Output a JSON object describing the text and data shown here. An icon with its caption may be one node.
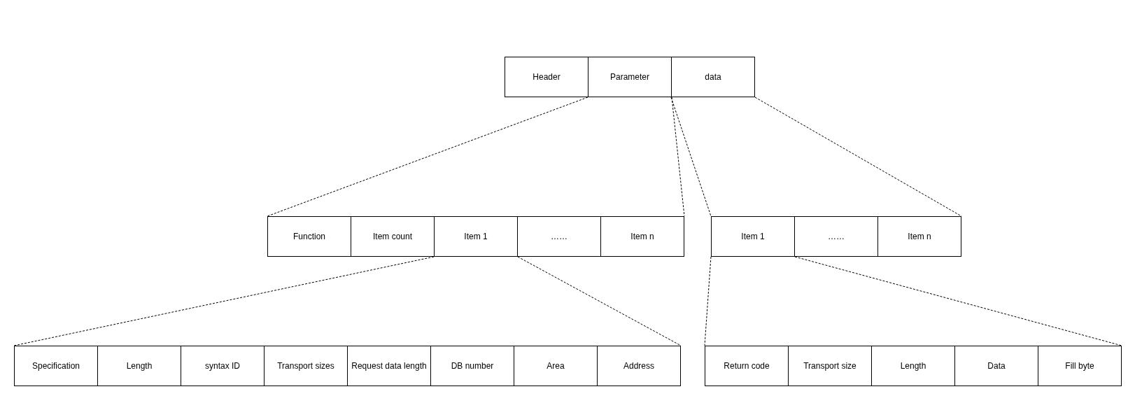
{
  "diagram": {
    "nodes": [
      {
        "text": [
          "Header"
        ]
      },
      {
        "text": [
          "Parameter"
        ]
      },
      {
        "text": [
          "data"
        ]
      },
      {
        "text": [
          "Function"
        ]
      },
      {
        "text": [
          "Item count"
        ]
      },
      {
        "text": [
          "Item 1"
        ]
      },
      {
        "text": [
          "……"
        ]
      },
      {
        "text": [
          "Item n"
        ]
      },
      {
        "text": [
          "Item 1"
        ]
      },
      {
        "text": [
          "……"
        ]
      },
      {
        "text": [
          "Item n"
        ]
      },
      {
        "text": [
          "Specification"
        ]
      },
      {
        "text": [
          "Length"
        ]
      },
      {
        "text": [
          "syntax ID"
        ]
      },
      {
        "text": [
          "Transport sizes"
        ]
      },
      {
        "text": [
          "Request data length"
        ]
      },
      {
        "text": [
          "DB number"
        ]
      },
      {
        "text": [
          "Area"
        ]
      },
      {
        "text": [
          "Address"
        ]
      },
      {
        "text": [
          "Return code"
        ]
      },
      {
        "text": [
          "Transport size"
        ]
      },
      {
        "text": [
          "Length"
        ]
      },
      {
        "text": [
          "Data"
        ]
      },
      {
        "text": [
          "Fill byte"
        ]
      }
    ],
    "edges": [
      {
        "from": 1,
        "to": 3,
        "arrow": "none",
        "style": "dashed"
      },
      {
        "from": 1,
        "to": 7,
        "arrow": "none",
        "style": "dashed"
      },
      {
        "from": 2,
        "to": 8,
        "arrow": "none",
        "style": "dashed"
      },
      {
        "from": 2,
        "to": 10,
        "arrow": "none",
        "style": "dashed"
      },
      {
        "from": 5,
        "to": 11,
        "arrow": "none",
        "style": "dashed"
      },
      {
        "from": 5,
        "to": 18,
        "arrow": "none",
        "style": "dashed"
      },
      {
        "from": 8,
        "to": 19,
        "arrow": "none",
        "style": "dashed"
      },
      {
        "from": 8,
        "to": 23,
        "arrow": "none",
        "style": "dashed"
      }
    ]
  }
}
